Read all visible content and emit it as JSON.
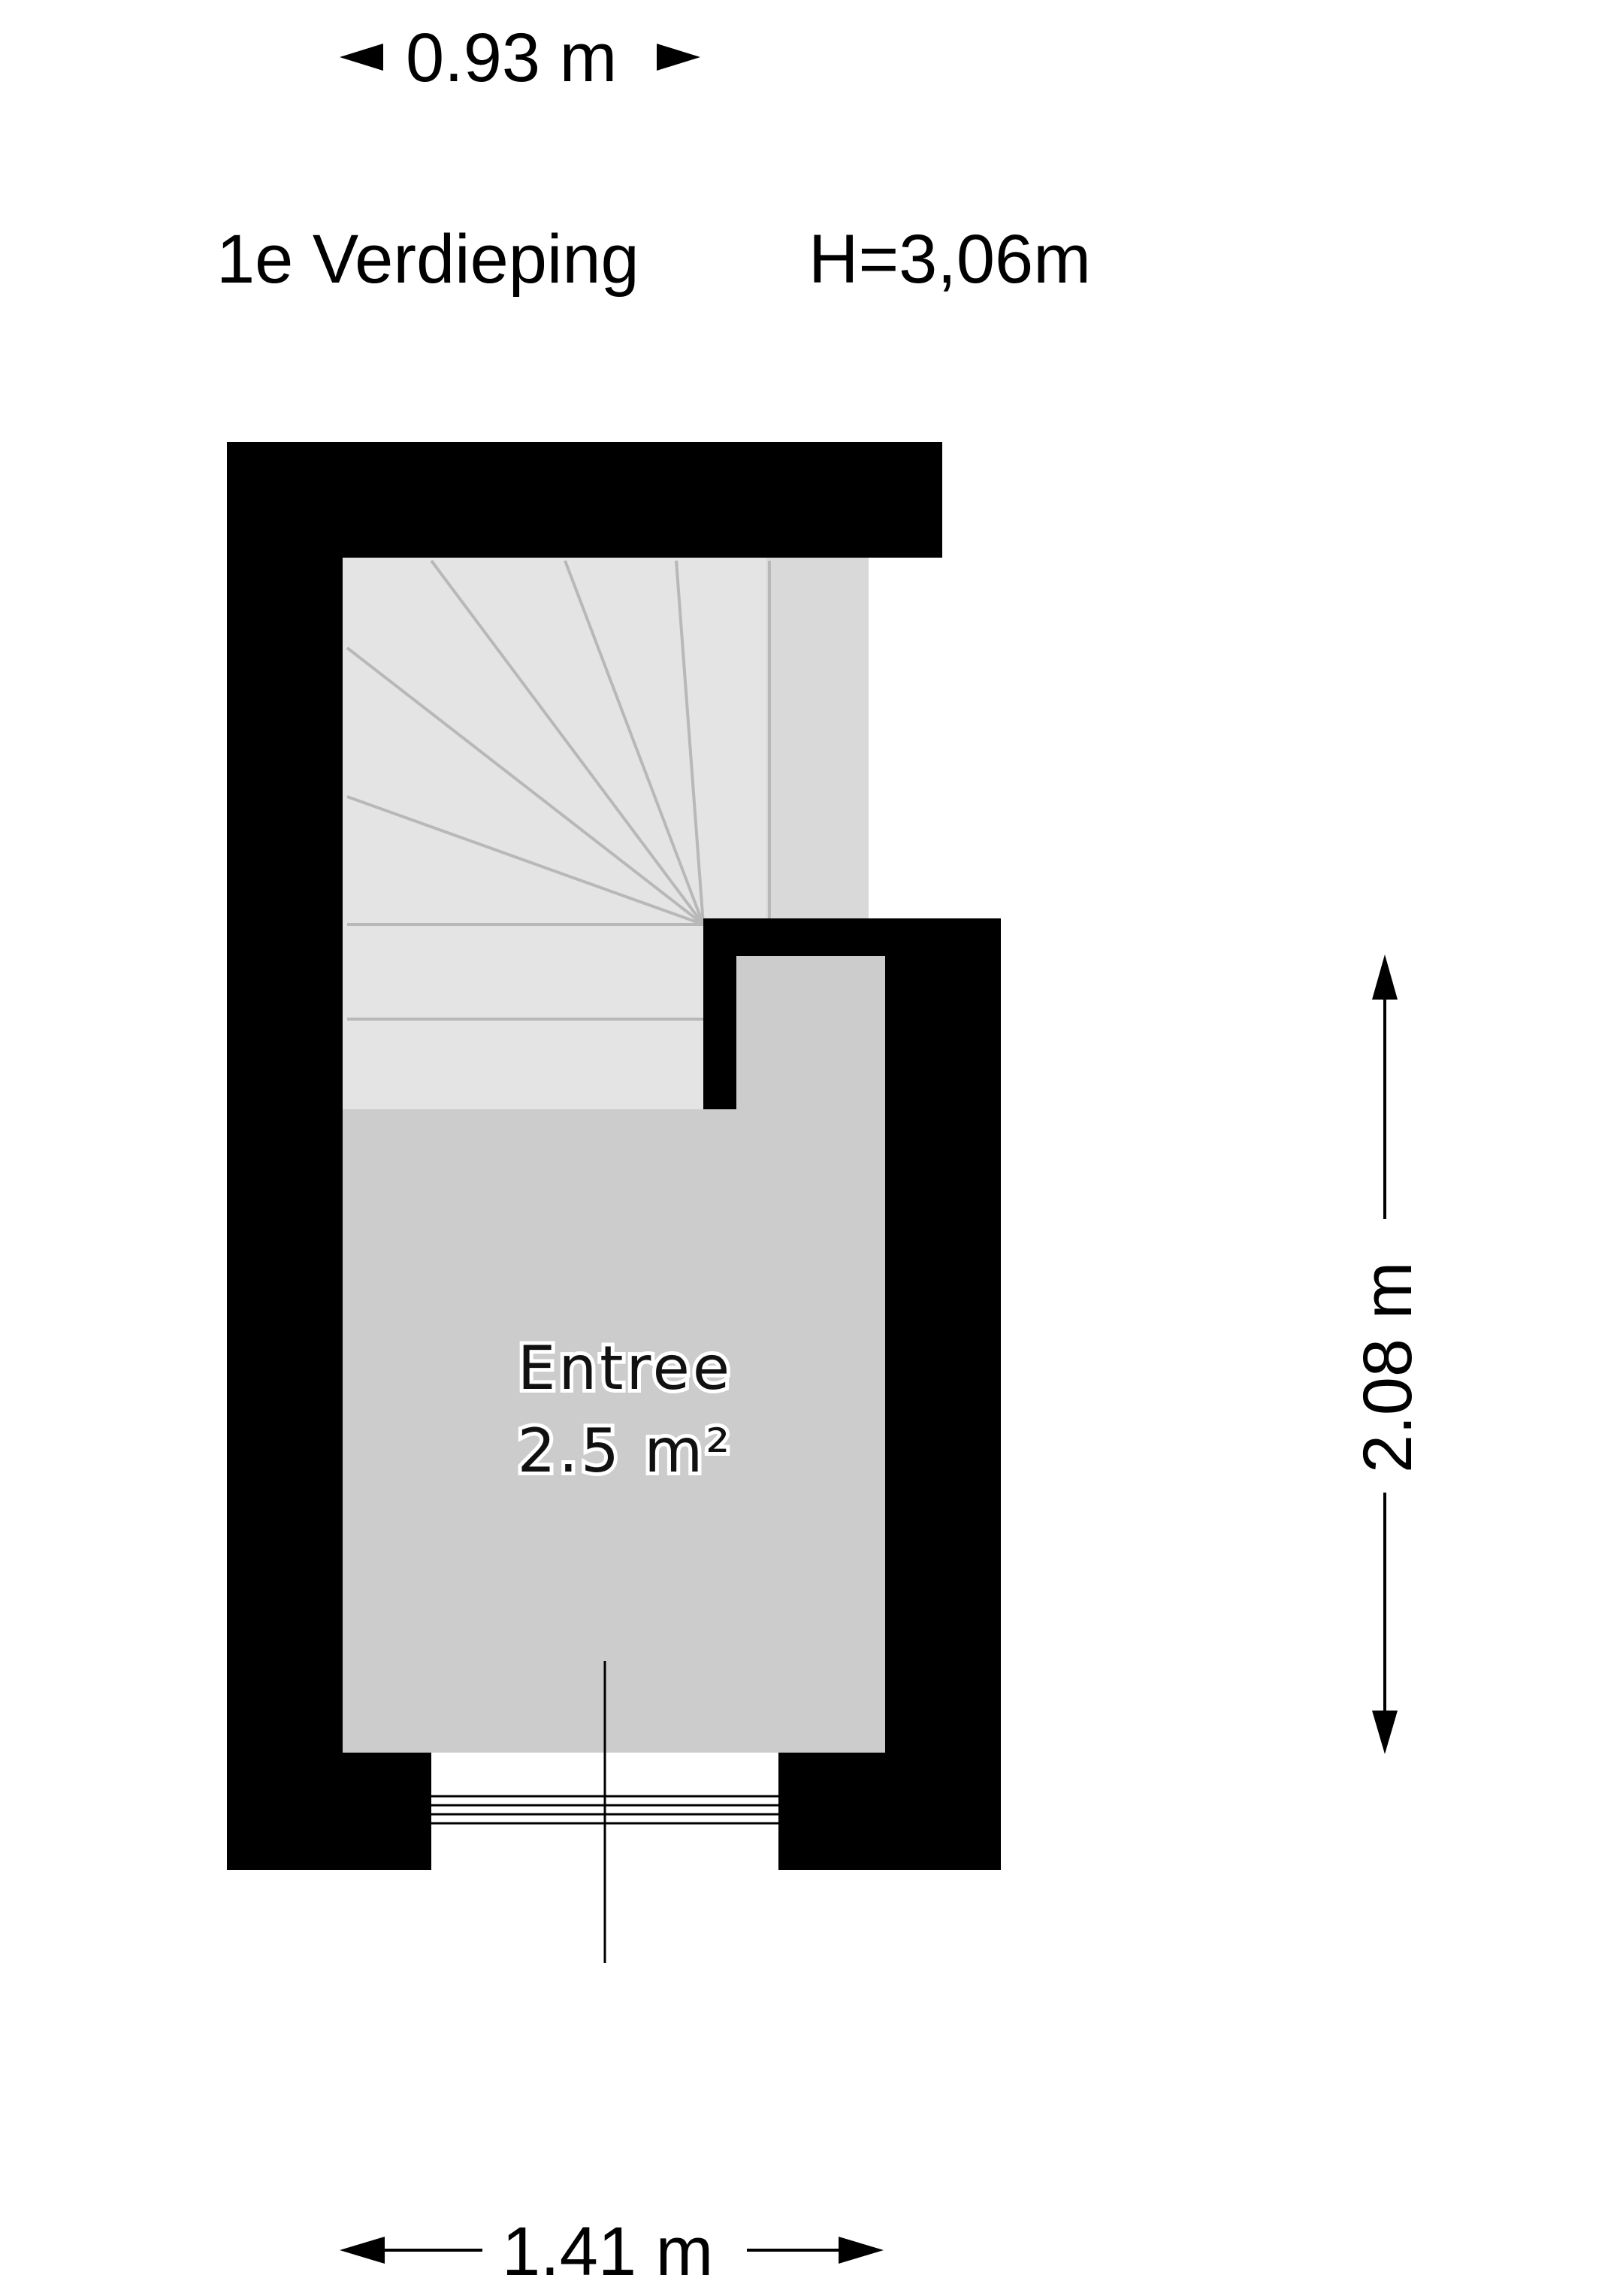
{
  "floor": {
    "name": "1e Verdieping",
    "height": "H=3,06m"
  },
  "dimensions": {
    "top_width": "0.93 m",
    "bottom_width": "1.41 m",
    "right_height": "2.08 m"
  },
  "room": {
    "name": "Entree",
    "area": "2.5 m²"
  },
  "colors": {
    "wall": "#000000",
    "floor": "#cccccc",
    "stairs": "#e3e3e3",
    "background": "#ffffff"
  }
}
